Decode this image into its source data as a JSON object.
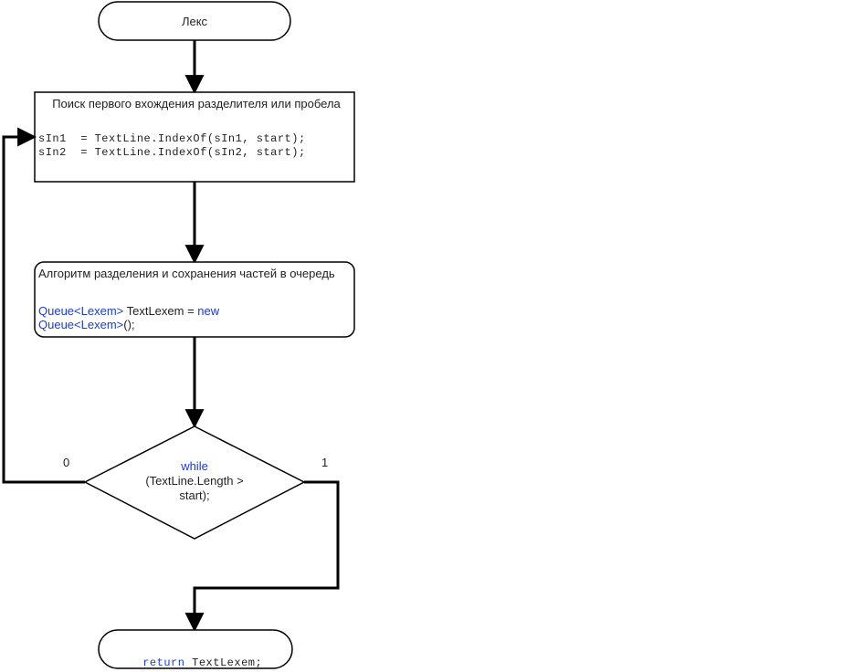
{
  "colors": {
    "stroke": "#000000",
    "text": "#222222",
    "keyword": "#1a3cd6"
  },
  "nodes": {
    "start": {
      "label": "Лекс"
    },
    "search": {
      "title": "Поиск первого вхождения разделителя или пробела",
      "code_1": "sIn1  = TextLine.IndexOf(sIn1, start);",
      "code_2": "sIn2  = TextLine.IndexOf(sIn2, start);"
    },
    "process": {
      "title": "Алгоритм разделения и сохранения частей в очередь",
      "code_kw_1": "Queue<Lexem>",
      "code_text_1": " TextLexem = ",
      "code_kw_2": "new",
      "code_kw_3": "Queue<Lexem>",
      "code_text_2": "();"
    },
    "decision": {
      "keyword": "while",
      "line_2": "(TextLine.Length >",
      "line_3": "start);"
    },
    "end": {
      "keyword": "return",
      "text": " TextLexem;"
    }
  },
  "edges": {
    "false_label": "0",
    "true_label": "1"
  }
}
